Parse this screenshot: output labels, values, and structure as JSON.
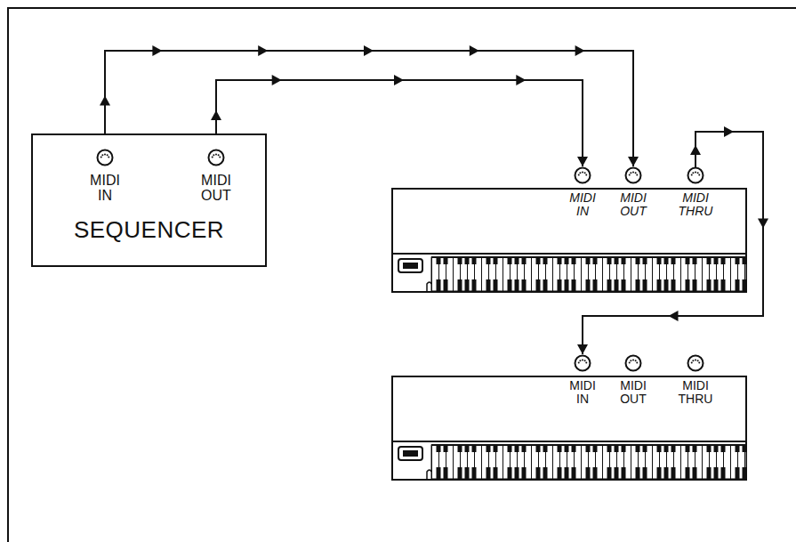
{
  "diagram": {
    "nodes": [
      {
        "text": [
          "SEQUENCER"
        ]
      },
      {
        "text": [
          "MIDI IN"
        ],
        "in": 0
      },
      {
        "text": [
          "MIDI OUT"
        ],
        "in": 0
      },
      {
        "text": []
      },
      {
        "text": [
          "MIDI IN"
        ],
        "in": 3
      },
      {
        "text": [
          "MIDI OUT"
        ],
        "in": 3
      },
      {
        "text": [
          "MIDI THRU"
        ],
        "in": 3
      },
      {
        "text": []
      },
      {
        "text": [
          "MIDI IN"
        ],
        "in": 7
      },
      {
        "text": [
          "MIDI OUT"
        ],
        "in": 7
      },
      {
        "text": [
          "MIDI THRU"
        ],
        "in": 7
      }
    ],
    "edges": [
      {
        "from": 2,
        "to": 4,
        "arrow": "to"
      },
      {
        "from": 1,
        "to": 5,
        "arrow": "to"
      },
      {
        "from": 6,
        "to": 8,
        "arrow": "to"
      }
    ]
  }
}
